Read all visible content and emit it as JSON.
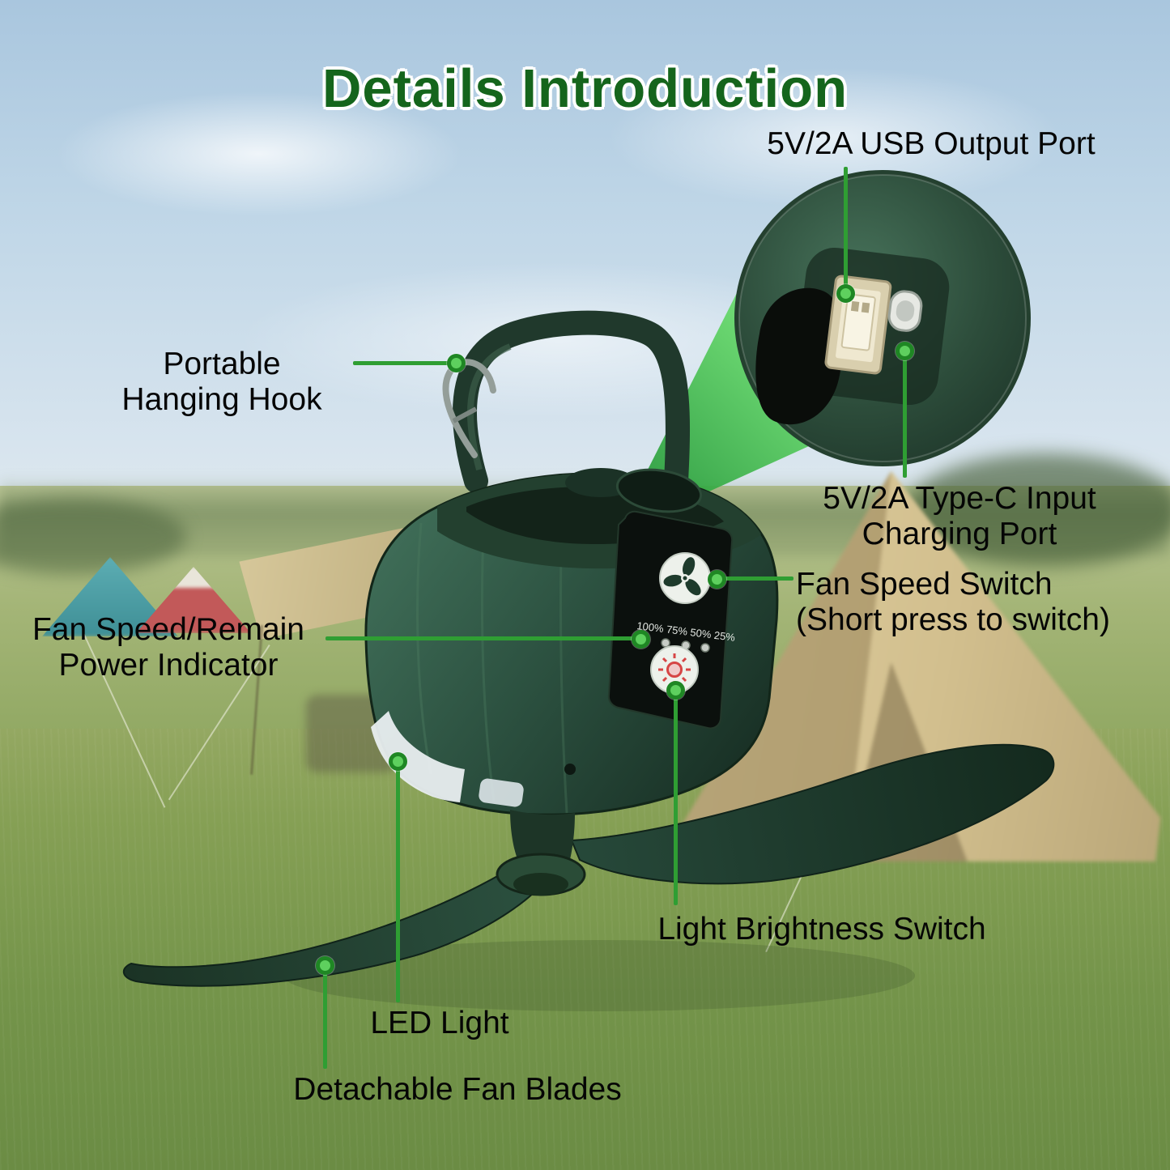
{
  "title": "Details Introduction",
  "callouts": {
    "usb_output": {
      "label": "5V/2A USB Output Port"
    },
    "typec_input": {
      "label_line1": "5V/2A Type-C Input",
      "label_line2": "Charging Port"
    },
    "hanging_hook": {
      "label_line1": "Portable",
      "label_line2": "Hanging Hook"
    },
    "fan_speed_switch": {
      "label_line1": "Fan Speed Switch",
      "label_line2": "(Short press to switch)"
    },
    "power_indicator": {
      "label_line1": "Fan Speed/Remain",
      "label_line2": "Power Indicator"
    },
    "light_switch": {
      "label": "Light Brightness Switch"
    },
    "led_light": {
      "label": "LED Light"
    },
    "fan_blades": {
      "label": "Detachable Fan Blades"
    }
  },
  "product": {
    "indicator_scale": "100% 75% 50% 25%",
    "icons": {
      "fan_speed_button": "fan-icon",
      "light_brightness_button": "light-bulb-icon",
      "usb_port": "usb-a-port",
      "typec_port": "type-c-port",
      "hook": "carabiner-hook"
    }
  },
  "colors": {
    "title_green": "#15651c",
    "callout_line_green": "#2f9e33",
    "callout_dot_green": "#4cc74c",
    "product_body_green": "#2c5140",
    "light_icon_red": "#d64545"
  }
}
